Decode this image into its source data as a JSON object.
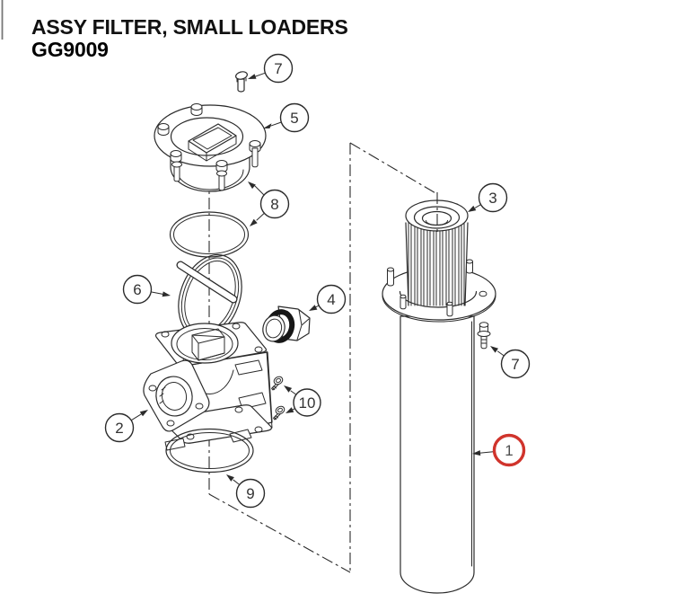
{
  "document": {
    "title_line1": "ASSY FILTER, SMALL LOADERS",
    "title_line2": "GG9009"
  },
  "callouts": [
    {
      "id": "bolt-top",
      "label": "7",
      "highlighted": false
    },
    {
      "id": "cover",
      "label": "5",
      "highlighted": false
    },
    {
      "id": "o-ring-upper",
      "label": "8",
      "highlighted": false
    },
    {
      "id": "retaining-ring",
      "label": "6",
      "highlighted": false
    },
    {
      "id": "fitting-nut",
      "label": "4",
      "highlighted": false
    },
    {
      "id": "filter-head",
      "label": "2",
      "highlighted": false
    },
    {
      "id": "screws",
      "label": "10",
      "highlighted": false
    },
    {
      "id": "o-ring-lower",
      "label": "9",
      "highlighted": false
    },
    {
      "id": "filter-element",
      "label": "3",
      "highlighted": false
    },
    {
      "id": "bolt-right",
      "label": "7",
      "highlighted": false
    },
    {
      "id": "canister",
      "label": "1",
      "highlighted": true
    }
  ],
  "colors": {
    "drawing_line": "#2b2b2b",
    "highlight": "#d0342c",
    "highlight_label": "#4d4d4d",
    "title_text": "#111111",
    "background": "#ffffff"
  }
}
